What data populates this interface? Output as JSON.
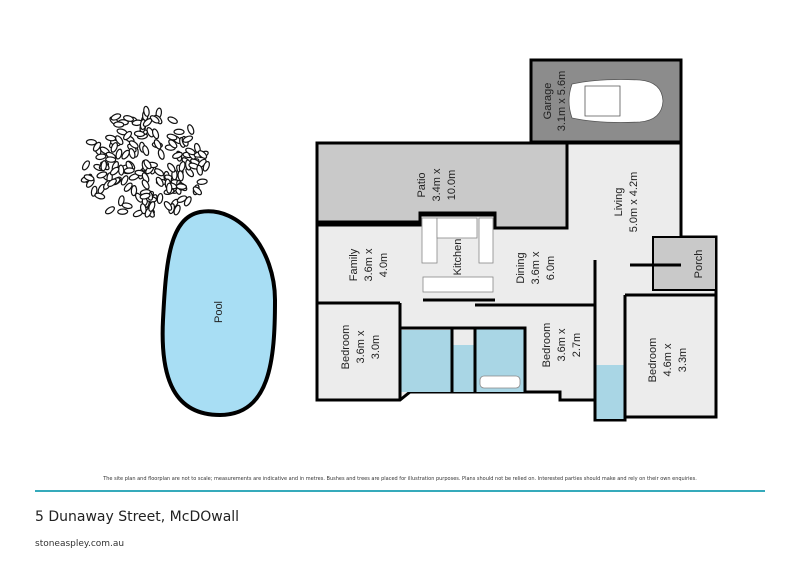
{
  "plan": {
    "garage": {
      "name": "Garage",
      "size": "3.1m x 5.6m"
    },
    "patio": {
      "name": "Patio",
      "size1": "3.4m x",
      "size2": "10.0m"
    },
    "living": {
      "name": "Living",
      "size": "5.0m x 4.2m"
    },
    "porch": {
      "name": "Porch"
    },
    "family": {
      "name": "Family",
      "size1": "3.6m x",
      "size2": "4.0m"
    },
    "kitchen": {
      "name": "Kitchen"
    },
    "dining": {
      "name": "Dining",
      "size1": "3.6m x",
      "size2": "6.0m"
    },
    "bedroom1": {
      "name": "Bedroom",
      "size1": "3.6m x",
      "size2": "3.0m"
    },
    "bedroom2": {
      "name": "Bedroom",
      "size1": "3.6m x",
      "size2": "2.7m"
    },
    "bedroom3": {
      "name": "Bedroom",
      "size1": "4.6m x",
      "size2": "3.3m"
    },
    "pool": {
      "name": "Pool"
    }
  },
  "colors": {
    "floor": "#ececec",
    "outdoor": "#c9c9c9",
    "garage": "#8c8c8c",
    "wet": "#a9d6e5",
    "pool": "#a8def4",
    "accent": "#35aabb"
  },
  "footer": {
    "disclaimer": "The site plan and floorplan are not to scale; measurements are indicative and in metres. Bushes and trees are placed for illustration purposes. Plans should not be relied on. Interested parties should make and rely on their own enquiries.",
    "address": "5 Dunaway Street, McDOwall",
    "website": "stoneaspley.com.au"
  }
}
